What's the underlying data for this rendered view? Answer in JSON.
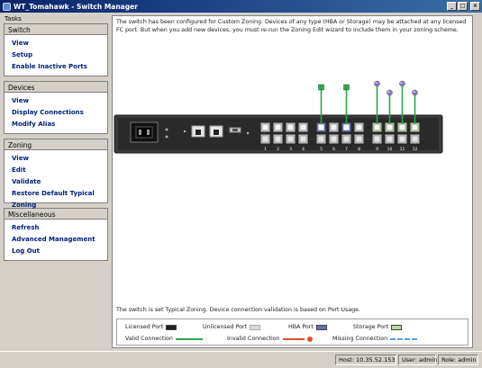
{
  "window": {
    "title": "WT_Tomahawk - Switch Manager",
    "controls": [
      "_",
      "□",
      "×"
    ]
  },
  "sidebar": {
    "tasks_label": "Tasks",
    "panels": [
      {
        "title": "Switch",
        "items": [
          "View",
          "Setup",
          "Enable Inactive Ports"
        ]
      },
      {
        "title": "Devices",
        "items": [
          "View",
          "Display Connections",
          "Modify Alias"
        ]
      },
      {
        "title": "Zoning",
        "items": [
          "View",
          "Edit",
          "Validate",
          "Restore Default Typical Zoning"
        ]
      },
      {
        "title": "Miscellaneous",
        "items": [
          "Refresh",
          "Advanced Management",
          "Log Out"
        ]
      }
    ]
  },
  "main": {
    "notice": "The switch has been configured for Custom Zoning. Devices of any type (HBA or Storage) may be attached at any licensed FC port. But when you add new devices, you must re-run the Zoning Edit wizard to include them in your zoning scheme.",
    "status_message": "The switch is set Typical Zoning. Device connection validation is based on Port Usage."
  },
  "switch": {
    "ports": [
      {
        "num": "1",
        "state": "unlicensed",
        "connected": false
      },
      {
        "num": "2",
        "state": "unlicensed",
        "connected": false
      },
      {
        "num": "3",
        "state": "unlicensed",
        "connected": false
      },
      {
        "num": "4",
        "state": "unlicensed",
        "connected": false
      },
      {
        "num": "5",
        "state": "hba",
        "connected": true
      },
      {
        "num": "6",
        "state": "unlicensed",
        "connected": false
      },
      {
        "num": "7",
        "state": "hba",
        "connected": true
      },
      {
        "num": "8",
        "state": "unlicensed",
        "connected": false
      },
      {
        "num": "9",
        "state": "storage",
        "connected": true
      },
      {
        "num": "10",
        "state": "storage",
        "connected": true
      },
      {
        "num": "11",
        "state": "storage",
        "connected": true
      },
      {
        "num": "12",
        "state": "storage",
        "connected": true
      }
    ]
  },
  "legend": {
    "licensed_port": "Licensed Port",
    "unlicensed_port": "Unlicensed Port",
    "hba_port": "HBA Port",
    "storage_port": "Storage Port",
    "valid_connection": "Valid Connection",
    "invalid_connection": "Invalid Connection",
    "missing_connection": "Missing Connection",
    "colors": {
      "valid": "#2ea44f",
      "invalid": "#e05030",
      "missing": "#5aa0e8",
      "hba": "#6070b0",
      "storage": "#b8d8a0"
    }
  },
  "statusbar": {
    "host": "Host: 10.35.52.153",
    "user": "User: admin",
    "role": "Role: admin"
  }
}
